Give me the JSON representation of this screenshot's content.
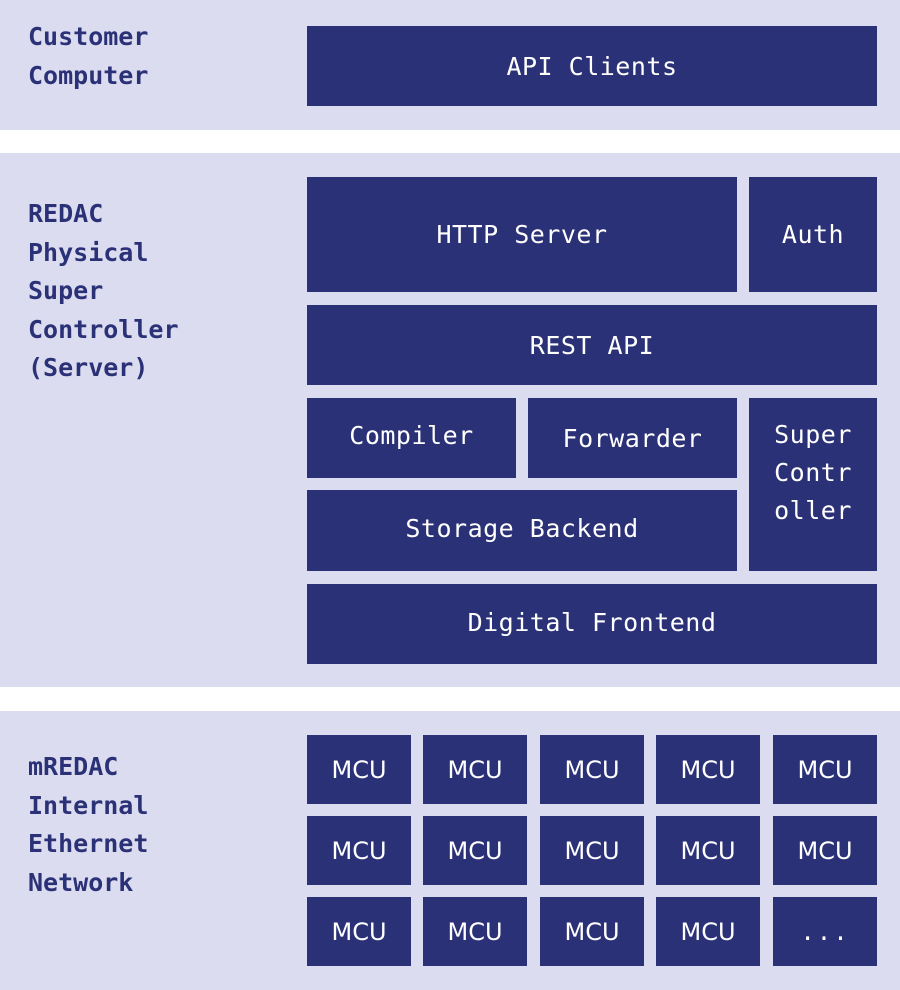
{
  "layers": {
    "customer": {
      "label": "Customer\nComputer",
      "blocks": {
        "api_clients": "API Clients"
      }
    },
    "server": {
      "label": "REDAC\nPhysical\nSuper\nController\n(Server)",
      "blocks": {
        "http_server": "HTTP Server",
        "auth": "Auth",
        "rest_api": "REST API",
        "compiler": "Compiler",
        "forwarder": "Forwarder",
        "super_controller": "Super\nContr\noller",
        "storage_backend": "Storage Backend",
        "digital_frontend": "Digital Frontend"
      }
    },
    "network": {
      "label": "mREDAC\nInternal\nEthernet\nNetwork",
      "mcus": [
        "MCU",
        "MCU",
        "MCU",
        "MCU",
        "MCU",
        "MCU",
        "MCU",
        "MCU",
        "MCU",
        "MCU",
        "MCU",
        "MCU",
        "MCU",
        "MCU",
        "..."
      ]
    }
  },
  "colors": {
    "band": "#dcdcf0",
    "block": "#2b3176",
    "block_text": "#ffffff",
    "label_text": "#2b3176"
  }
}
